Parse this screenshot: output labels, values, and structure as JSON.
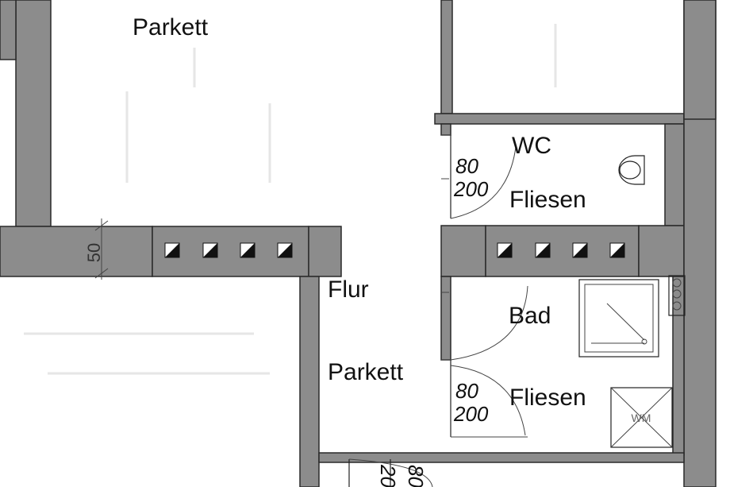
{
  "rooms": [
    {
      "name": "Parkett"
    },
    {
      "name": "WC",
      "floor": "Fliesen",
      "door_width": "80",
      "door_height": "200"
    },
    {
      "name": "Flur",
      "floor": "Parkett"
    },
    {
      "name": "Bad",
      "floor": "Fliesen",
      "door_width": "80",
      "door_height": "200"
    }
  ],
  "dimension_label": "50",
  "appliance_label": "WM",
  "bottom_door": {
    "width": "80",
    "height": "20"
  },
  "colors": {
    "wall": "#8c8c8c",
    "outline": "#222222",
    "background": "#ffffff"
  }
}
